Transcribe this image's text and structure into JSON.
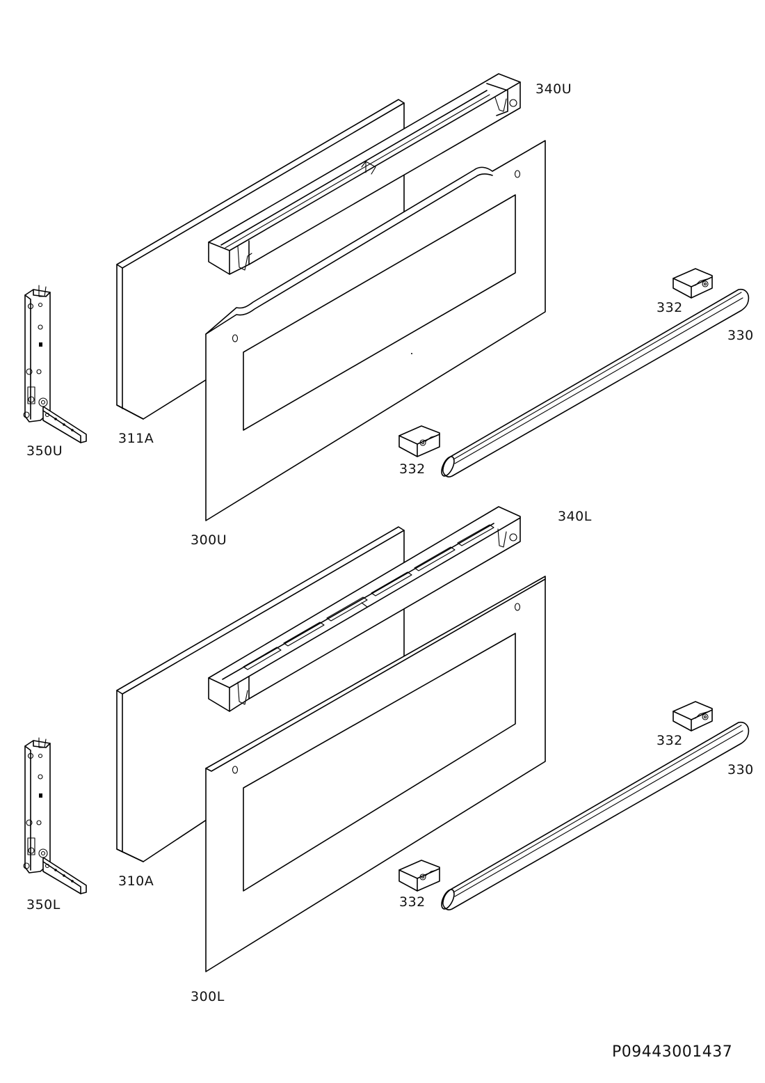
{
  "labels": {
    "p340U": "340U",
    "p332_upper_right": "332",
    "p330_upper": "330",
    "p350U": "350U",
    "p311A": "311A",
    "p332_upper_left": "332",
    "p300U": "300U",
    "p340L": "340L",
    "p332_lower_right": "332",
    "p330_lower": "330",
    "p350L": "350L",
    "p310A": "310A",
    "p332_lower_left": "332",
    "p300L": "300L"
  },
  "drawing_code": "P09443001437"
}
